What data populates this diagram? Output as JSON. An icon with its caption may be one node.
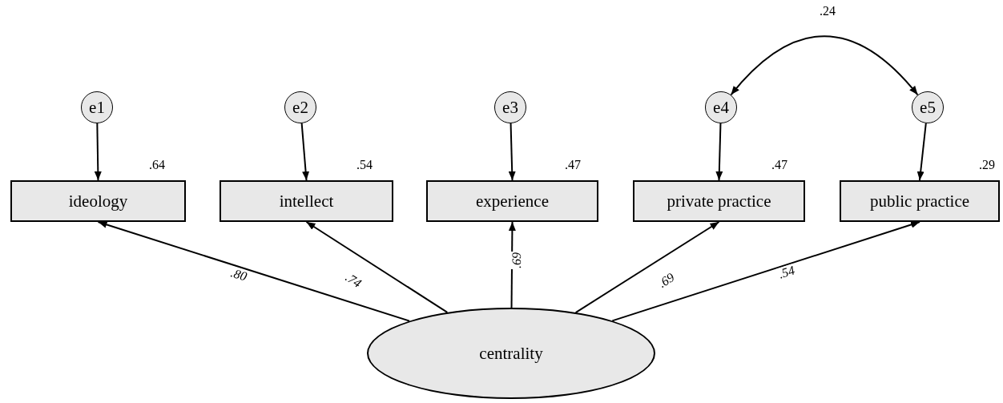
{
  "diagram": {
    "nodes": [
      {
        "text": [
          "e1"
        ]
      },
      {
        "text": [
          "e2"
        ]
      },
      {
        "text": [
          "e3"
        ]
      },
      {
        "text": [
          "e4"
        ]
      },
      {
        "text": [
          "e5"
        ]
      },
      {
        "text": [
          "ideology"
        ],
        "beside": [
          ".64"
        ]
      },
      {
        "text": [
          "intellect"
        ],
        "beside": [
          ".54"
        ]
      },
      {
        "text": [
          "experience"
        ],
        "beside": [
          ".47"
        ]
      },
      {
        "text": [
          "private practice"
        ],
        "beside": [
          ".47"
        ]
      },
      {
        "text": [
          "public practice"
        ],
        "beside": [
          ".29"
        ]
      },
      {
        "text": [
          "centrality"
        ]
      }
    ],
    "edges": [
      {
        "from": 0,
        "to": 5,
        "arrow": "to"
      },
      {
        "from": 1,
        "to": 6,
        "arrow": "to"
      },
      {
        "from": 2,
        "to": 7,
        "arrow": "to"
      },
      {
        "from": 3,
        "to": 8,
        "arrow": "to"
      },
      {
        "from": 4,
        "to": 9,
        "arrow": "to"
      },
      {
        "from": 10,
        "to": 5,
        "arrow": "to",
        "label": ".80"
      },
      {
        "from": 10,
        "to": 6,
        "arrow": "to",
        "label": ".74"
      },
      {
        "from": 10,
        "to": 7,
        "arrow": "to",
        "label": ".69"
      },
      {
        "from": 10,
        "to": 8,
        "arrow": "to",
        "label": ".69"
      },
      {
        "from": 10,
        "to": 9,
        "arrow": "to",
        "label": ".54"
      },
      {
        "from": 3,
        "to": 4,
        "arrow": "both",
        "label": ".24"
      }
    ]
  }
}
